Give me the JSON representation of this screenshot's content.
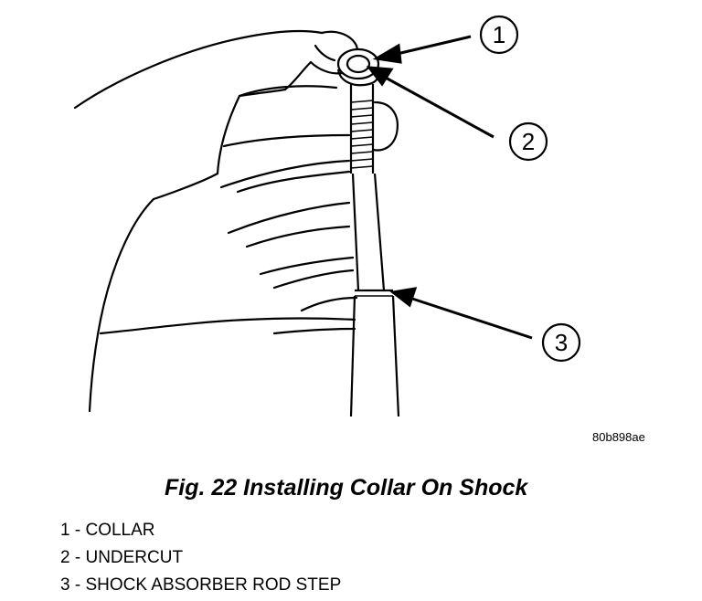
{
  "figure": {
    "image_id": "80b898ae",
    "caption": "Fig. 22 Installing Collar On Shock",
    "callouts": [
      {
        "number": "1"
      },
      {
        "number": "2"
      },
      {
        "number": "3"
      }
    ]
  },
  "legend": [
    {
      "number": "1",
      "separator": " - ",
      "label": "COLLAR"
    },
    {
      "number": "2",
      "separator": " - ",
      "label": "UNDERCUT"
    },
    {
      "number": "3",
      "separator": " - ",
      "label": "SHOCK ABSORBER ROD STEP"
    }
  ],
  "colors": {
    "ink": "#000000",
    "paper": "#ffffff"
  }
}
